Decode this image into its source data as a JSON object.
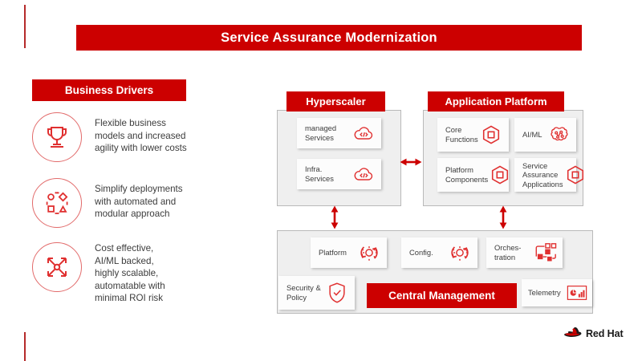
{
  "slide": {
    "title": "Service Assurance Modernization",
    "accent_color": "#cc0000",
    "text_color": "#3c3c3c"
  },
  "business_drivers": {
    "heading": "Business Drivers",
    "items": [
      {
        "icon": "trophy-icon",
        "text": "Flexible business\nmodels and increased\nagility with lower costs"
      },
      {
        "icon": "modular-shapes-icon",
        "text": "Simplify deployments\nwith automated and\nmodular approach"
      },
      {
        "icon": "four-way-expand-arrows-icon",
        "text": "Cost effective,\nAI/ML backed,\nhighly scalable,\nautomatable with\nminimal ROI risk"
      }
    ]
  },
  "diagram": {
    "hyperscaler": {
      "heading": "Hyperscaler",
      "tiles": [
        {
          "label": "managed\nServices",
          "icon": "cloud-code-icon"
        },
        {
          "label": "Infra.\nServices",
          "icon": "cloud-code-icon"
        }
      ]
    },
    "application_platform": {
      "heading": "Application  Platform",
      "tiles": [
        {
          "label": "Core\nFunctions",
          "icon": "hexagon-module-icon"
        },
        {
          "label": "AI/ML",
          "icon": "brain-circuit-icon"
        },
        {
          "label": "Platform\nComponents",
          "icon": "hexagon-module-icon"
        },
        {
          "label": "Service\nAssurance\nApplications",
          "icon": "hexagon-module-icon"
        }
      ]
    },
    "central_management": {
      "bar_label": "Central Management",
      "tiles": [
        {
          "label": "Platform",
          "icon": "gear-refresh-icon"
        },
        {
          "label": "Config.",
          "icon": "gear-refresh-icon"
        },
        {
          "label": "Orches-\ntration",
          "icon": "orchestration-nodes-icon"
        },
        {
          "label": "Security &\nPolicy",
          "icon": "shield-check-icon"
        },
        {
          "label": "Telemetry",
          "icon": "telemetry-chart-icon"
        }
      ]
    },
    "connectors": [
      {
        "name": "arrow-hyperscaler-to-application-platform",
        "direction": "horizontal-double"
      },
      {
        "name": "arrow-hyperscaler-to-central-management",
        "direction": "vertical-double"
      },
      {
        "name": "arrow-application-platform-to-central-management",
        "direction": "vertical-double"
      }
    ]
  },
  "branding": {
    "wordmark": "Red Hat",
    "logo_icon": "red-hat-fedora-icon"
  }
}
